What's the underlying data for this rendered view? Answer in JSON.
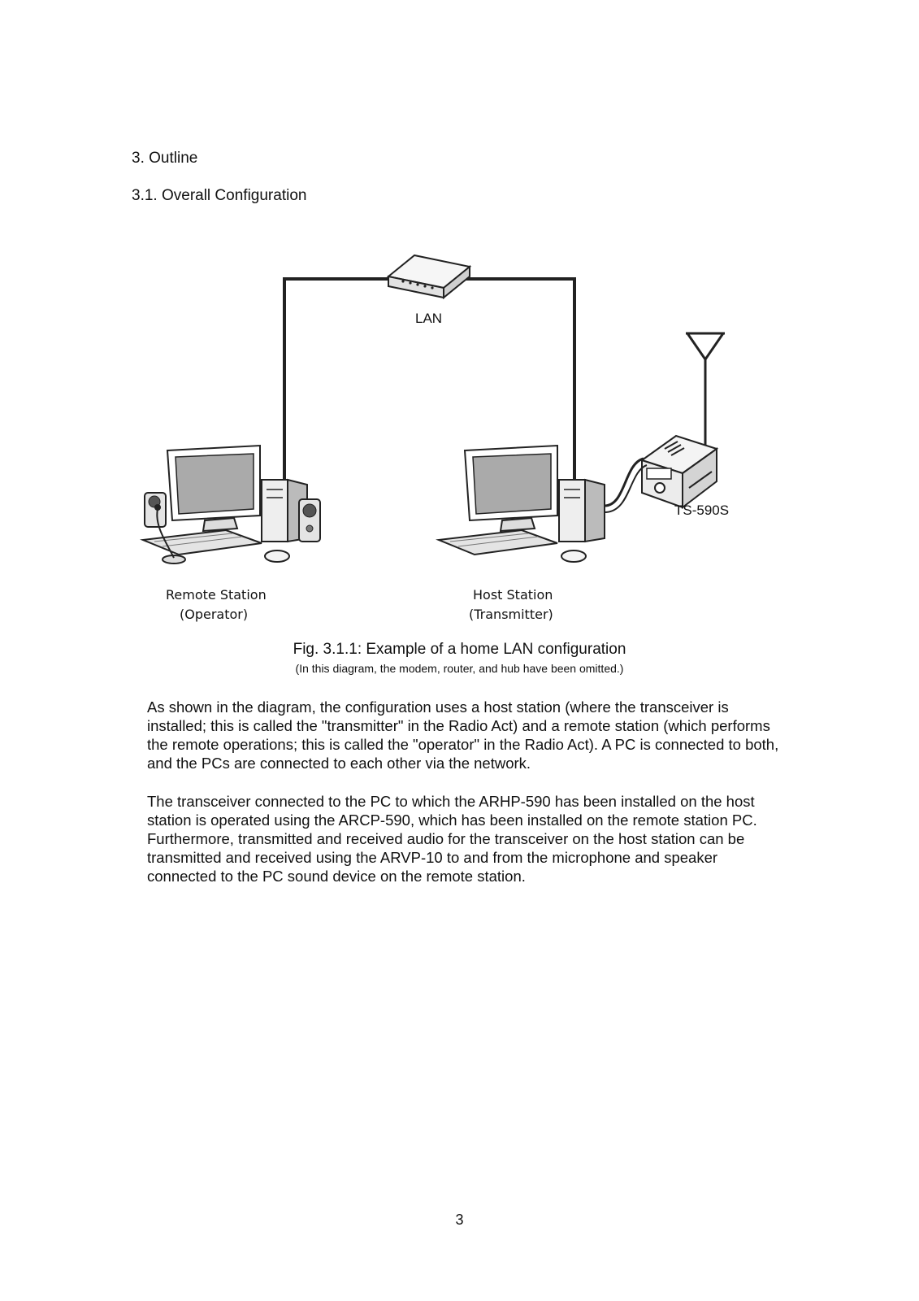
{
  "headings": {
    "section": "3. Outline",
    "subsection": "3.1. Overall Configuration"
  },
  "diagram": {
    "lan_label": "LAN",
    "radio_label": "TS-590S",
    "remote_station": {
      "line1": "Remote Station",
      "line2": "(Operator)"
    },
    "host_station": {
      "line1": "Host Station",
      "line2": "(Transmitter)"
    },
    "icons": [
      "network-hub-icon",
      "computer-icon",
      "speaker-icon",
      "microphone-icon",
      "transceiver-icon",
      "antenna-icon"
    ]
  },
  "caption": {
    "title": "Fig. 3.1.1: Example of a home LAN configuration",
    "note": "(In this diagram, the modem, router, and hub have been omitted.)"
  },
  "paragraphs": [
    "As shown in the diagram, the configuration uses a host station (where the transceiver is installed; this is called the \"transmitter\" in the Radio Act) and a remote station (which performs the remote operations; this is called the \"operator\" in the Radio Act). A PC is connected to both, and the PCs are connected to each other via the network.",
    "The transceiver connected to the PC to which the ARHP-590 has been installed on the host station is operated using the ARCP-590, which has been installed on the remote station PC. Furthermore, transmitted and received audio for the transceiver on the host station can be transmitted and received using the ARVP-10 to and from the microphone and speaker connected to the PC sound device on the remote station."
  ],
  "page_number": "3"
}
